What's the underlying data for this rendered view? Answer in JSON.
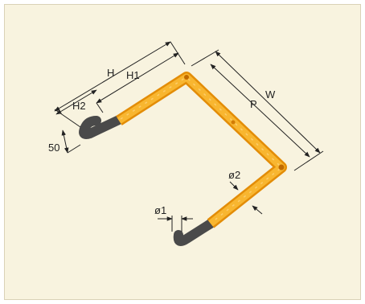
{
  "diagram": {
    "labels": {
      "H": "H",
      "H1": "H1",
      "H2": "H2",
      "fifty": "50",
      "W": "W",
      "P": "P",
      "phi2": "ø2",
      "phi1": "ø1"
    },
    "colors": {
      "background": "#f8f3df",
      "bar": "#f4a81a",
      "bar_dark": "#d88a07",
      "end_cap": "#4a4a4a",
      "dimension_line": "#222222"
    }
  }
}
